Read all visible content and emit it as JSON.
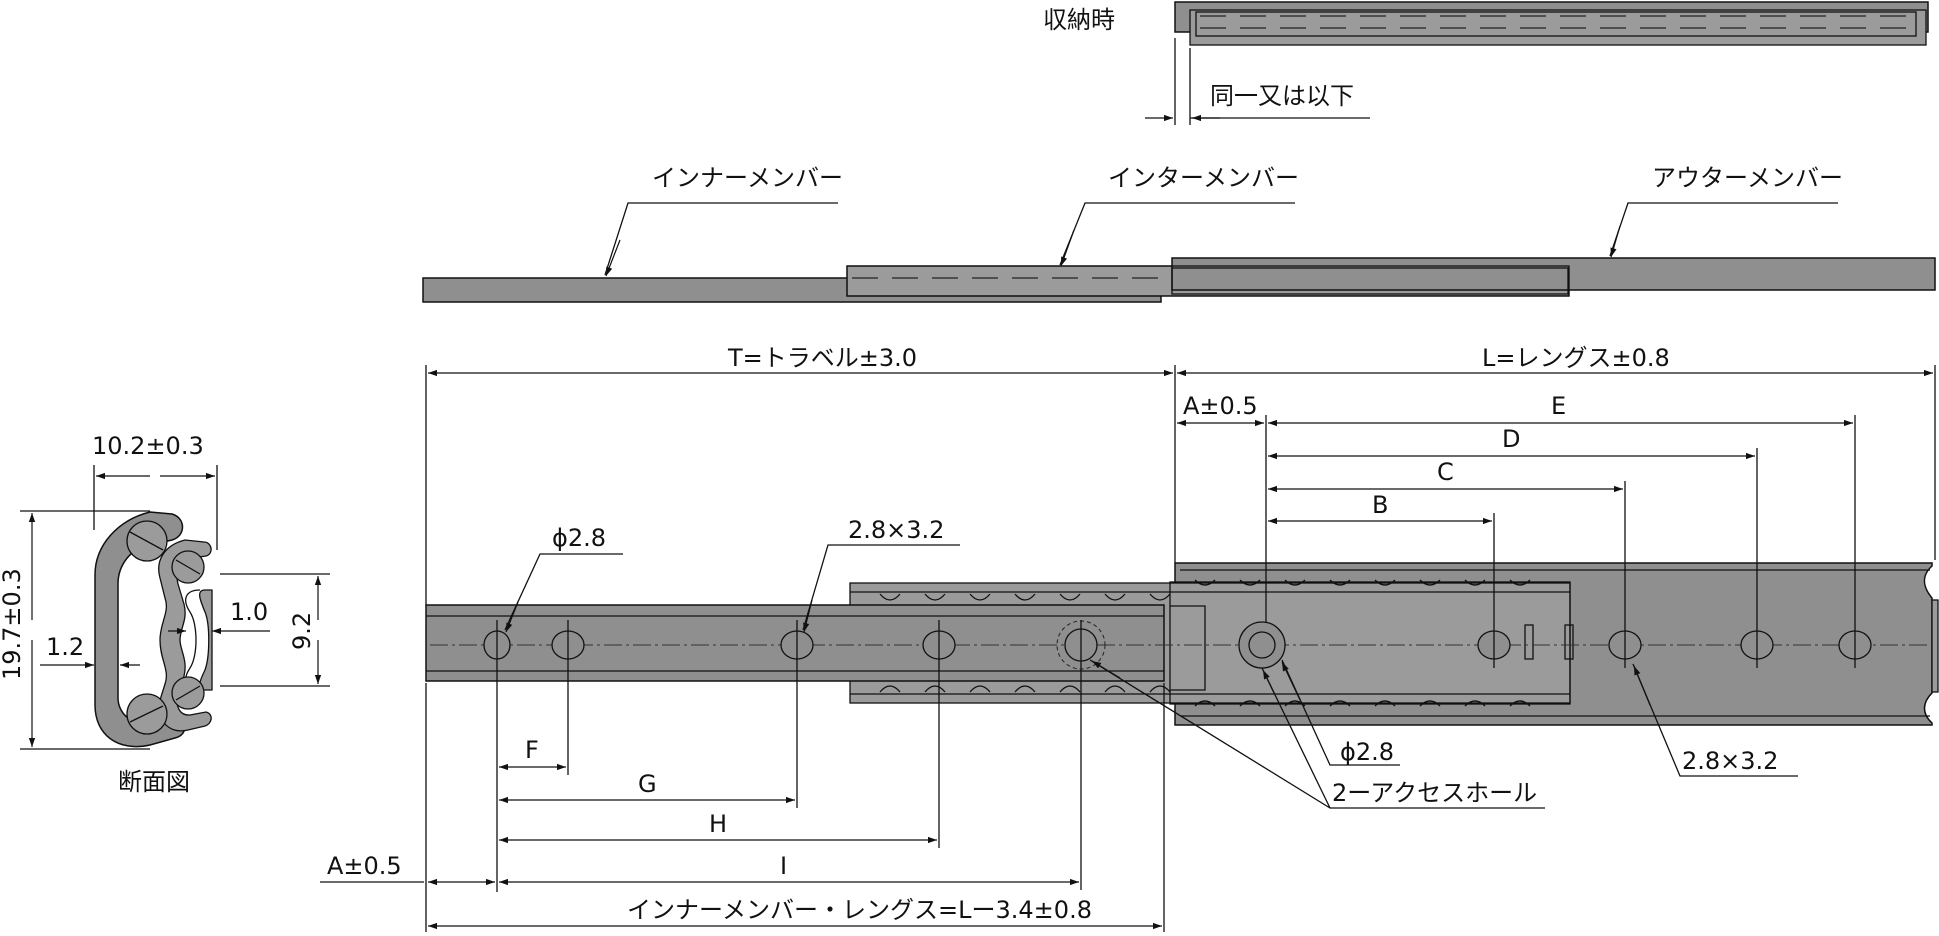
{
  "labels": {
    "stowed": "収納時",
    "same_or_less": "同一又は以下",
    "inner_member": "インナーメンバー",
    "inter_member": "インターメンバー",
    "outer_member": "アウターメンバー",
    "cross_section": "断面図",
    "access_holes": "2ーアクセスホール"
  },
  "dimensions": {
    "travel": "T=トラベル±3.0",
    "length": "L=レングス±0.8",
    "a_top": "A±0.5",
    "a_bottom": "A±0.5",
    "inner_length": "インナーメンバー・レングス=Lー3.4±0.8",
    "width": "10.2±0.3",
    "height": "19.7±0.3",
    "inner_height": "9.2",
    "thickness_1": "1.0",
    "thickness_2": "1.2",
    "hole_dia_left": "ϕ2.8",
    "hole_slot_left": "2.8×3.2",
    "hole_dia_right": "ϕ2.8",
    "hole_slot_right": "2.8×3.2",
    "b": "B",
    "c": "C",
    "d": "D",
    "e": "E",
    "f": "F",
    "g": "G",
    "h": "H",
    "i": "I"
  },
  "colors": {
    "member_fill": "#8f8f8f",
    "line": "#111111",
    "background": "#ffffff"
  }
}
